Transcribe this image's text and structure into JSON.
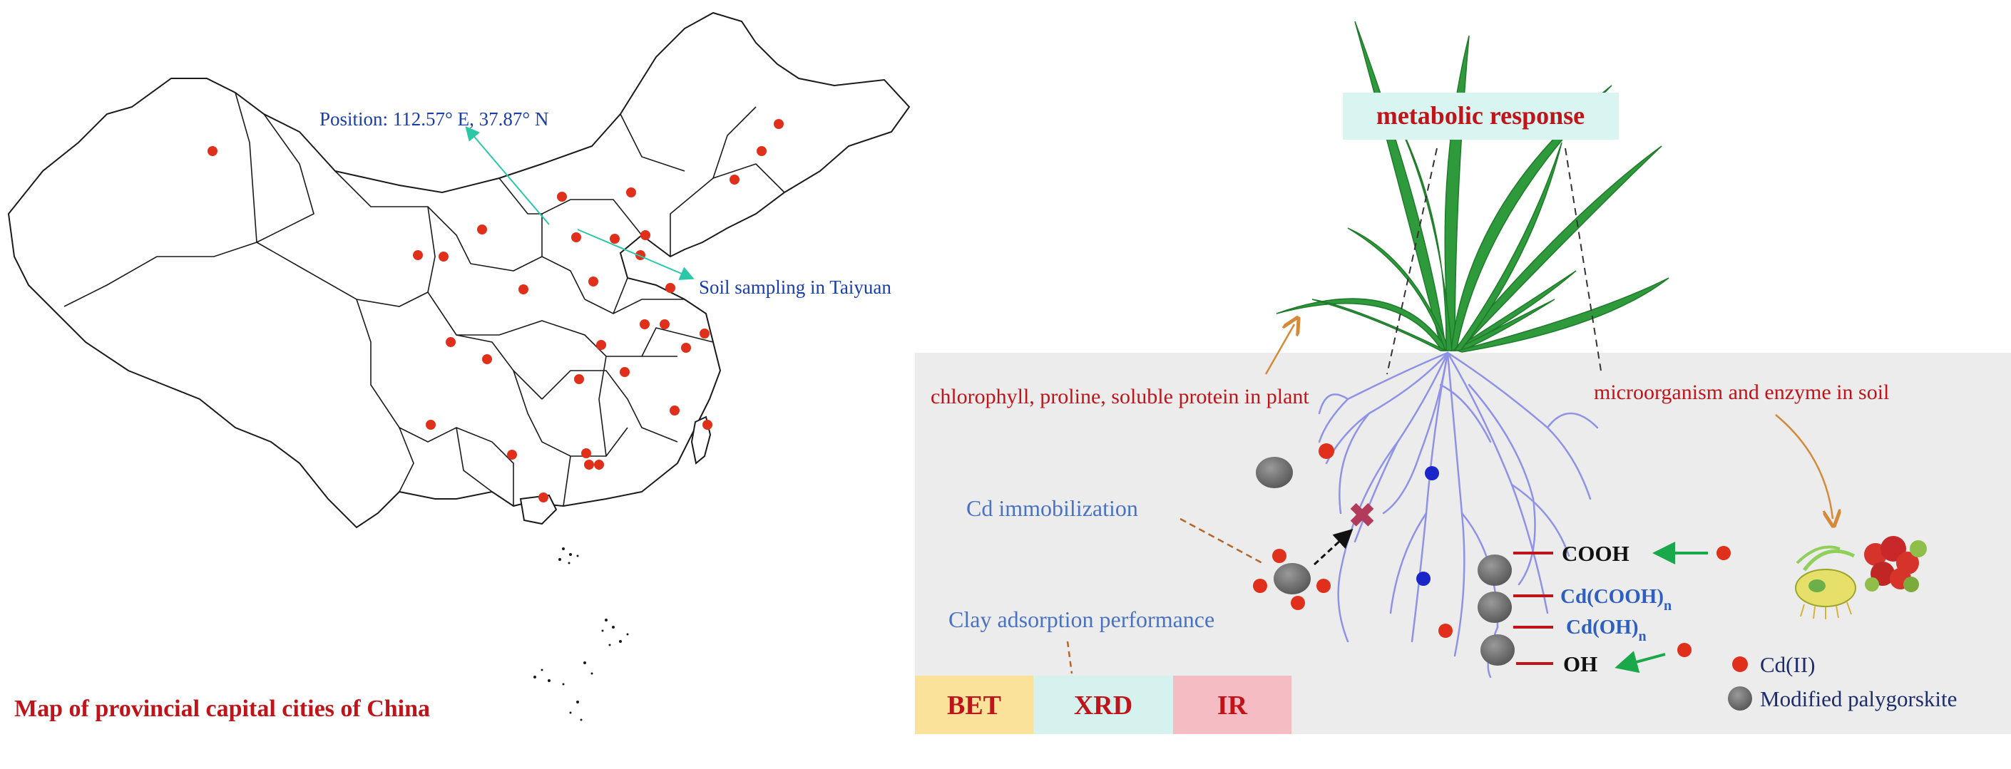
{
  "map": {
    "title": "Map of provincial capital cities of China",
    "position_note": "Position: 112.57° E, 37.87° N",
    "sampling_note": "Soil sampling in Taiyuan",
    "capital_markers": 33
  },
  "schematic": {
    "metabolic_label": "metabolic response",
    "plant_label": "chlorophyll, proline, soluble protein in plant",
    "soil_label": "microorganism and enzyme in soil",
    "immobilization_label": "Cd immobilization",
    "adsorption_label": "Clay adsorption performance",
    "characterization": [
      "BET",
      "XRD",
      "IR"
    ],
    "groups": {
      "cooh": "COOH",
      "cd_cooh": "Cd(COOH)",
      "cd_oh": "Cd(OH)",
      "subscript": "n",
      "oh": "OH"
    },
    "legend": {
      "cd": "Cd(II)",
      "palygorskite": "Modified palygorskite"
    }
  },
  "colors": {
    "title_red": "#c0141b",
    "annotation_blue": "#1a3da8",
    "immob_blue": "#4a72c4",
    "cd_red": "#e0301b",
    "clay_gray": "#6f6f6f",
    "green_arrow": "#19a84a",
    "orange_line": "#d48a3a",
    "teal_arrow": "#2bc8a8",
    "bet_bg": "#fbe29a",
    "xrd_bg": "#d5f2ef",
    "ir_bg": "#f6bcc4",
    "metabolic_bg": "#d8f5f2",
    "soil_bg": "#ececec",
    "root": "#8f92e6",
    "leaf": "#2e9a3c"
  }
}
